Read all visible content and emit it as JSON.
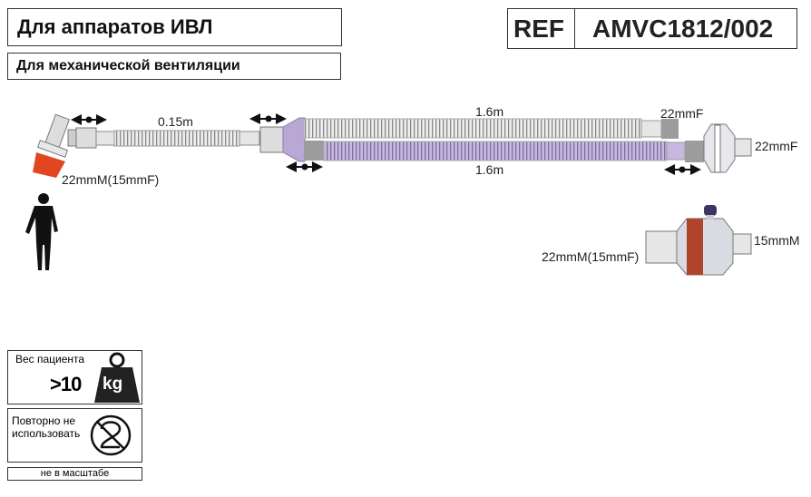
{
  "header": {
    "title": "Для аппаратов ИВЛ",
    "subtitle": "Для механической вентиляции",
    "ref_label": "REF",
    "ref_code": "AMVC1812/002"
  },
  "diagram": {
    "labels": {
      "short_tube_length": "0.15m",
      "upper_tube_length": "1.6m",
      "upper_tube_end": "22mmF",
      "lower_tube_length": "1.6m",
      "filter_outlet": "22mmF",
      "patient_connector": "22mmM(15mmF)",
      "filter2_inlet": "22mmM(15mmF)",
      "filter2_outlet": "15mmM"
    },
    "colors": {
      "mask": "#e2461f",
      "purple": "#b9a8d6",
      "tube": "#e4e4e4",
      "connector": "#9c9c9c",
      "filter_band": "#b0442a"
    }
  },
  "symbols": {
    "weight_label": "Вес пациента",
    "weight_value": ">10",
    "weight_unit": "kg",
    "reuse_label_1": "Повторно не",
    "reuse_label_2": "использовать",
    "scale_note": "не в масштабе"
  }
}
